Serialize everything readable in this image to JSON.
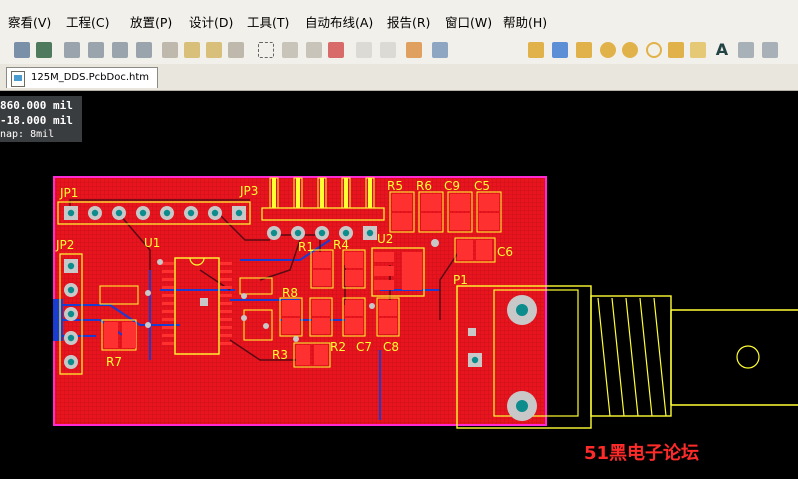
{
  "menu": {
    "items": [
      "察看(V)",
      "工程(C)",
      "放置(P)",
      "设计(D)",
      "工具(T)",
      "自动布线(A)",
      "报告(R)",
      "窗口(W)",
      "帮助(H)"
    ]
  },
  "document_tab": {
    "label": "125M_DDS.PcbDoc.htm"
  },
  "coordinates": {
    "x": "860.000  mil",
    "y": "-18.000   mil",
    "snap": "nap: 8mil"
  },
  "pcb": {
    "board_color": "#e8141e",
    "outline_color": "#ff2ad4",
    "silk_color": "#ffff33",
    "designators": [
      "JP1",
      "JP2",
      "JP3",
      "U1",
      "U2",
      "R1",
      "R2",
      "R3",
      "R4",
      "R5",
      "R6",
      "R7",
      "R8",
      "C5",
      "C6",
      "C7",
      "C8",
      "C9",
      "P1"
    ]
  },
  "watermark": "51黑电子论坛"
}
